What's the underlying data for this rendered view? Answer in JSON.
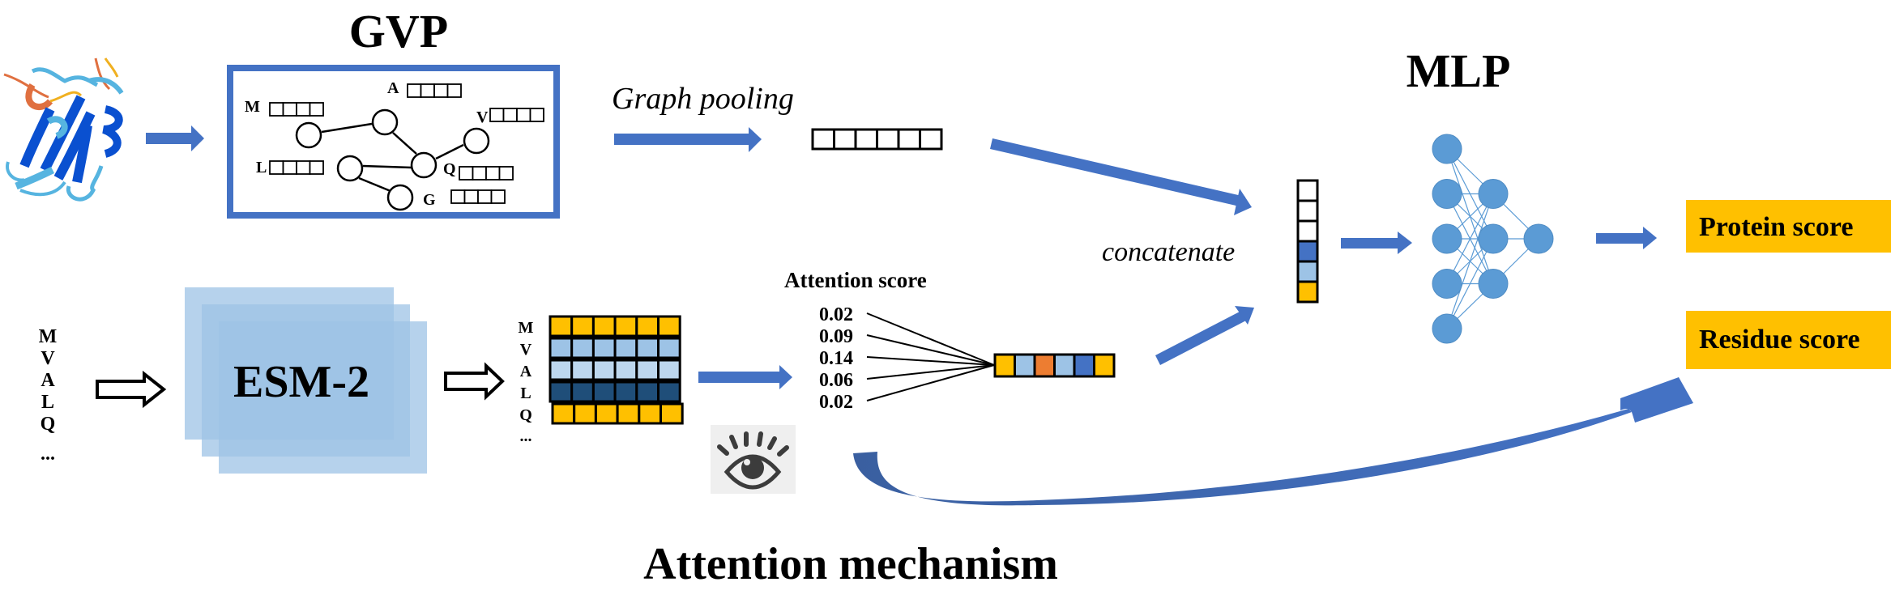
{
  "colors": {
    "arrow_blue": "#4472C4",
    "node_blue": "#5B9BD5",
    "gold": "#FFC000",
    "light_blue": "#9DC3E6",
    "pale_blue": "#BDD7EE",
    "dark_navy": "#1F4E79",
    "orange": "#ED7D31",
    "esm_blue": "#9DC3E6"
  },
  "gvp": {
    "title": "GVP",
    "nodes": [
      {
        "label": "M"
      },
      {
        "label": "A"
      },
      {
        "label": "V"
      },
      {
        "label": "L"
      },
      {
        "label": "Q"
      },
      {
        "label": "G"
      }
    ],
    "feature_cells_per_node": 4
  },
  "graph_pooling": {
    "label": "Graph pooling",
    "vector_cells": 6
  },
  "esm": {
    "title": "ESM-2",
    "input_sequence": [
      "M",
      "V",
      "A",
      "L",
      "Q",
      "..."
    ],
    "output_rows": [
      {
        "label": "M",
        "color": "#FFC000"
      },
      {
        "label": "V",
        "color": "#9DC3E6"
      },
      {
        "label": "A",
        "color": "#BDD7EE"
      },
      {
        "label": "L",
        "color": "#1F4E79"
      },
      {
        "label": "Q",
        "color": "#FFC000"
      }
    ],
    "output_ellipsis": "...",
    "cells_per_row": 6
  },
  "attention": {
    "header": "Attention score",
    "scores": [
      "0.02",
      "0.09",
      "0.14",
      "0.06",
      "0.02"
    ],
    "pooled_vector_colors": [
      "#FFC000",
      "#9DC3E6",
      "#ED7D31",
      "#9DC3E6",
      "#4472C4",
      "#FFC000"
    ],
    "section_title": "Attention mechanism",
    "icon": "eye-icon"
  },
  "concat": {
    "label": "concatenate",
    "vector_colors": [
      "#FFFFFF",
      "#FFFFFF",
      "#FFFFFF",
      "#4472C4",
      "#9DC3E6",
      "#FFC000"
    ]
  },
  "mlp": {
    "title": "MLP",
    "layers": [
      5,
      3,
      1
    ]
  },
  "outputs": {
    "protein_score": "Protein score",
    "residue_score": "Residue score"
  }
}
